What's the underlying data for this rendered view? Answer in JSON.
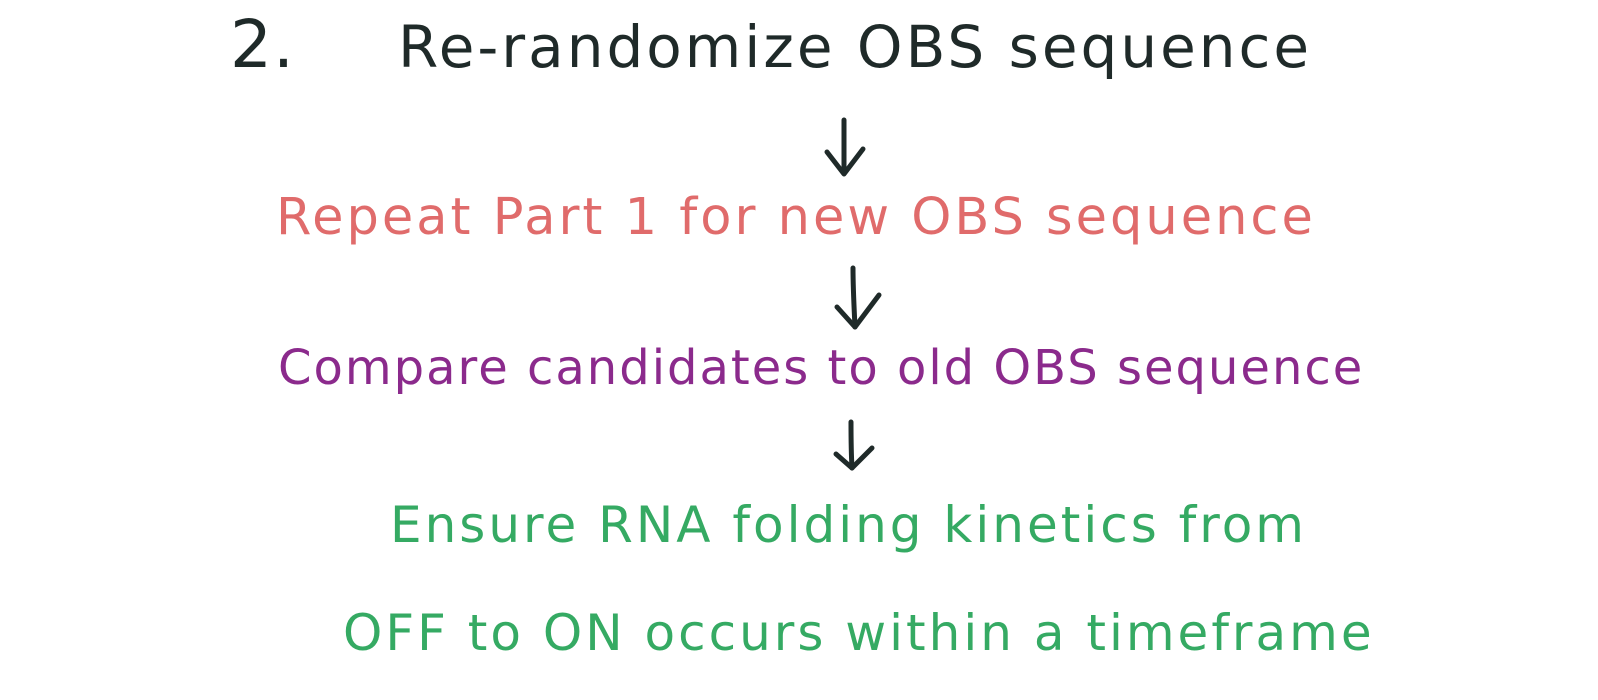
{
  "colors": {
    "ink": "#1f2a29",
    "red": "#e06b6b",
    "purple": "#8b2a8c",
    "green": "#35aa63"
  },
  "step": {
    "number": "2.",
    "title": "Re-randomize OBS sequence"
  },
  "flow": {
    "repeat": "Repeat Part 1 for new OBS sequence",
    "compare": "Compare candidates to old OBS sequence",
    "ensure_line_1": "Ensure RNA folding kinetics from",
    "ensure_line_2": "OFF to ON occurs within a timeframe"
  }
}
